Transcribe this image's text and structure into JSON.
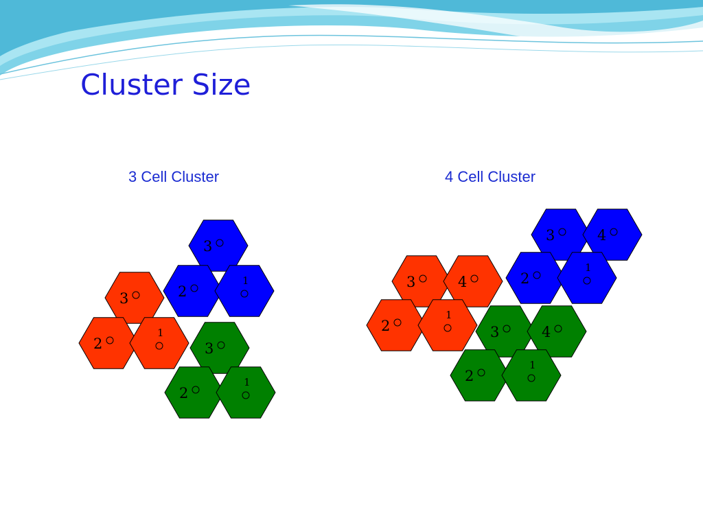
{
  "slide": {
    "title": "Cluster Size"
  },
  "colors": {
    "title": "#1f1fd8",
    "caption": "#1a2bd1",
    "red": "#ff3300",
    "blue": "#0000ff",
    "green": "#008000"
  },
  "diagrams": [
    {
      "caption": "3 Cell Cluster",
      "clusters": [
        {
          "color": "red",
          "cells": [
            {
              "label": "3"
            },
            {
              "label": "2"
            },
            {
              "label": "1"
            }
          ]
        },
        {
          "color": "blue",
          "cells": [
            {
              "label": "3"
            },
            {
              "label": "2"
            },
            {
              "label": "1"
            }
          ]
        },
        {
          "color": "green",
          "cells": [
            {
              "label": "3"
            },
            {
              "label": "2"
            },
            {
              "label": "1"
            }
          ]
        }
      ]
    },
    {
      "caption": "4 Cell Cluster",
      "clusters": [
        {
          "color": "blue",
          "cells": [
            {
              "label": "3"
            },
            {
              "label": "4"
            },
            {
              "label": "2"
            },
            {
              "label": "1"
            }
          ]
        },
        {
          "color": "red",
          "cells": [
            {
              "label": "3"
            },
            {
              "label": "4"
            },
            {
              "label": "2"
            },
            {
              "label": "1"
            }
          ]
        },
        {
          "color": "green",
          "cells": [
            {
              "label": "3"
            },
            {
              "label": "4"
            },
            {
              "label": "2"
            },
            {
              "label": "1"
            }
          ]
        }
      ]
    }
  ]
}
